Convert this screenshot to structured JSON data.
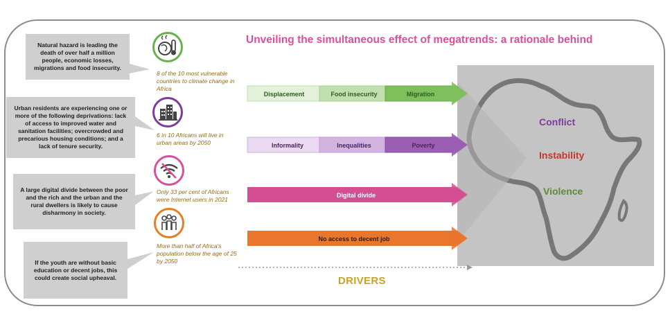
{
  "title": "Unveiling the simultaneous effect of megatrends: a rationale behind",
  "callouts": [
    "Natural hazard is leading the death of over half a million people, economic losses, migrations and food insecurity.",
    "Urban residents are experiencing one or more of the following deprivations: lack of access to improved water and sanitation facilities; overcrowded and precarious housing conditions; and a lack of tenure security.",
    "A large digital divide between the poor and the rich and the urban and the rural dwellers is likely to cause disharmony in society.",
    "If the youth are without basic education or decent jobs, this could create social upheaval."
  ],
  "icons": [
    {
      "name": "climate-icon",
      "color": "#6ab04c"
    },
    {
      "name": "city-buildings-icon",
      "color": "#7d3c98"
    },
    {
      "name": "no-wifi-icon",
      "color": "#d9509a"
    },
    {
      "name": "population-people-icon",
      "color": "#e67e22"
    }
  ],
  "stats": [
    "8 of the 10 most vulnerable countries to climate change in Africa",
    "6 in 10 Africans will live in urban areas by 2050",
    "Only 33 per cent of Africans were Internet users in 2021",
    "More than half of Africa's population below the age of 25 by 2050"
  ],
  "rows": [
    {
      "labels": [
        "Displacement",
        "Food insecurity",
        "Migration"
      ],
      "colors": [
        "#e3f0da",
        "#c2dfb0",
        "#7fbf5c"
      ],
      "text_color": "#2e5e1e"
    },
    {
      "labels": [
        "Informality",
        "Inequalities",
        "Poverty"
      ],
      "colors": [
        "#ead9f0",
        "#d3b3e0",
        "#9a5fb3"
      ],
      "text_color": "#4a2360"
    },
    {
      "labels": [
        "Digital divide"
      ],
      "colors": [
        "#d34f91"
      ],
      "text_color": "#ffffff"
    },
    {
      "labels": [
        "No access  to decent job"
      ],
      "colors": [
        "#e8762c"
      ],
      "text_color": "#222222"
    }
  ],
  "drivers_label": "DRIVERS",
  "outcomes": [
    {
      "label": "Conflict",
      "color": "#7d3c98"
    },
    {
      "label": "Instability",
      "color": "#c0392b"
    },
    {
      "label": "Violence",
      "color": "#5b8c3a"
    }
  ]
}
